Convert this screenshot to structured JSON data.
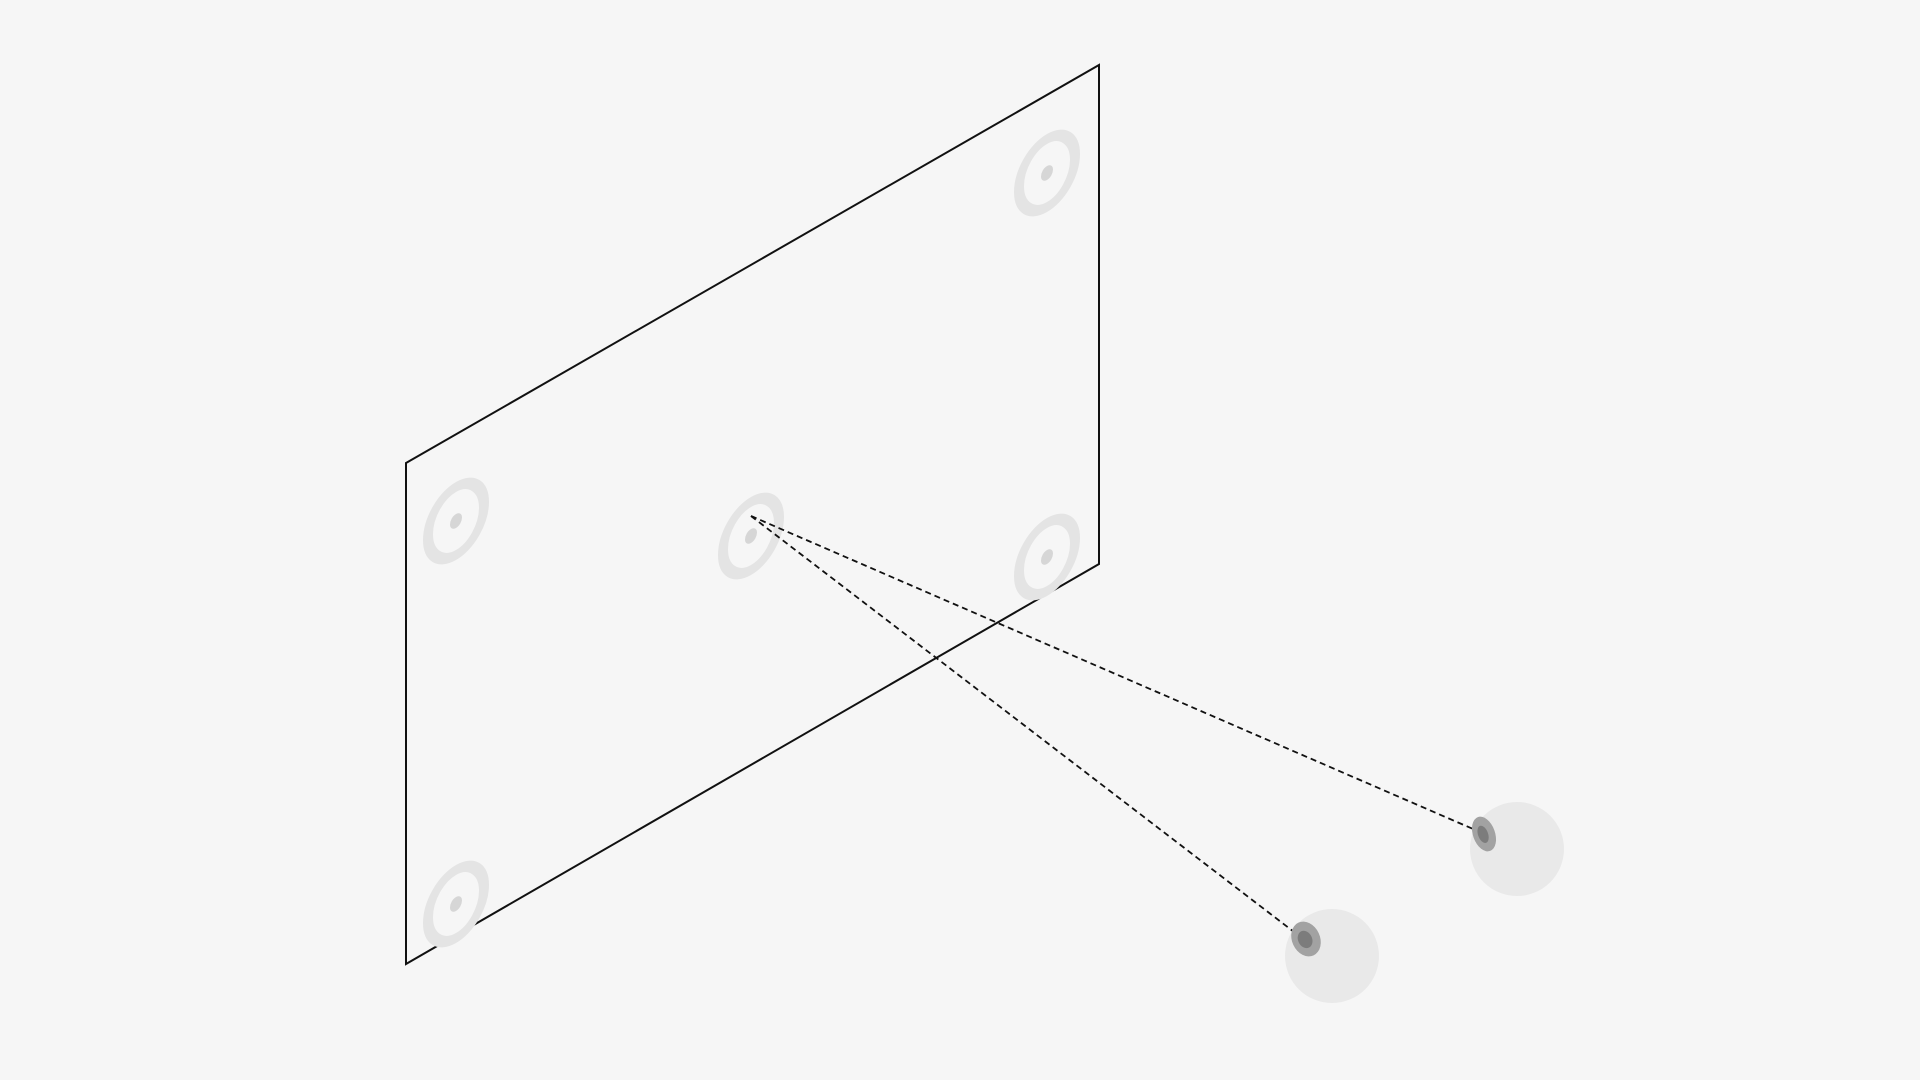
{
  "colors": {
    "background": "#f6f6f6",
    "panel_outline": "#111111",
    "target_ring": "#e4e4e4",
    "target_center": "#d6d6d6",
    "eyeball": "#e9e9e9",
    "iris": "#a2a2a2",
    "pupil": "#7c7c7c",
    "gaze_line": "#111111"
  },
  "icons": {
    "target": "calibration-target-icon",
    "eye": "eyeball-icon"
  },
  "targets": [
    "target-top-right",
    "target-middle-left",
    "target-center",
    "target-middle-right",
    "target-bottom-left"
  ],
  "eyes": [
    "eye-left",
    "eye-right"
  ]
}
